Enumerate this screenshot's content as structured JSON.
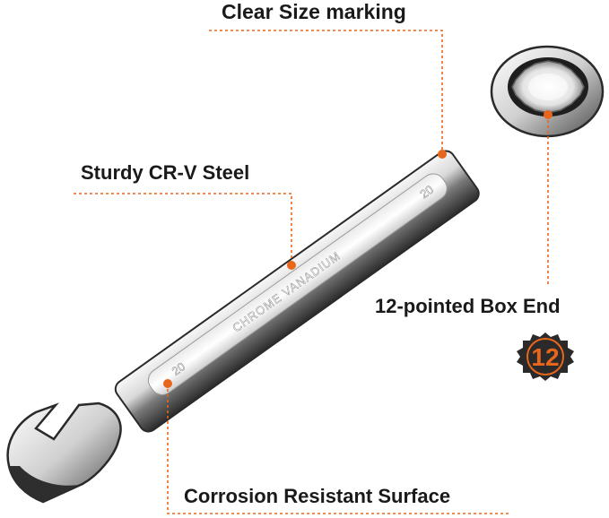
{
  "callouts": {
    "clear_size": "Clear Size marking",
    "sturdy": "Sturdy CR-V Steel",
    "box_end": "12-pointed Box End",
    "corrosion": "Corrosion Resistant Surface"
  },
  "wrench": {
    "engraving_material": "CHROME VANADIUM",
    "size_mark_box_end": "20",
    "size_mark_open_end": "20"
  },
  "badge": {
    "number": "12"
  },
  "colors": {
    "accent": "#e8661c",
    "badge_dark": "#2a2a2a",
    "chrome_light": "#f2f2f2",
    "chrome_dark": "#333333"
  }
}
